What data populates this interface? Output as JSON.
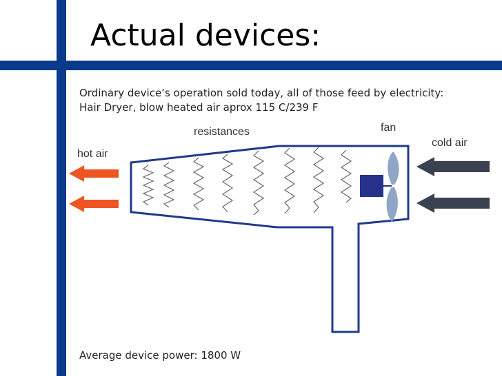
{
  "slide": {
    "title": "Actual devices:",
    "intro_line1": "Ordinary device’s operation sold today, all of those feed by electricity:",
    "intro_line2": "Hair Dryer, blow heated air aprox 115  C/239  F",
    "footer": "Average device power: 1800 W"
  },
  "diagram": {
    "labels": {
      "resistances": "resistances",
      "fan": "fan",
      "hot_air": "hot air",
      "cold_air": "cold air"
    },
    "colors": {
      "outline": "#1f3a8a",
      "hot_arrow": "#ee5522",
      "cold_arrow": "#3a4150",
      "fan_blade": "#8fa6c6",
      "motor": "#26318c"
    }
  }
}
